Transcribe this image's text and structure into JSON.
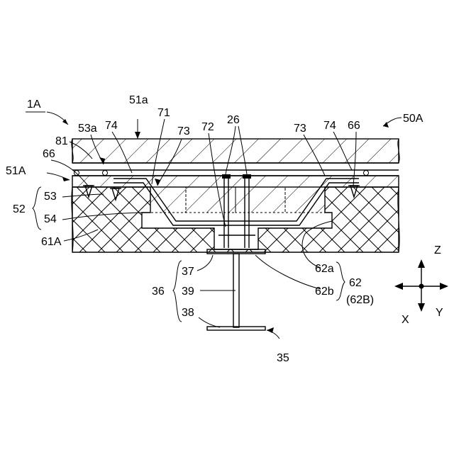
{
  "figure_ref": "1A",
  "labels": {
    "top_right": "50A",
    "surface": "51a",
    "label_51A": "51A",
    "l53a": "53a",
    "l81": "81",
    "l66_left": "66",
    "l66_right": "66",
    "l71": "71",
    "l73_left": "73",
    "l73_right": "73",
    "l72": "72",
    "l26": "26",
    "l74_left": "74",
    "l74_right": "74",
    "l52": "52",
    "l53": "53",
    "l54": "54",
    "l61A": "61A",
    "l37": "37",
    "l36": "36",
    "l39": "39",
    "l38": "38",
    "l35": "35",
    "l62a": "62a",
    "l62": "62",
    "l62b": "62b",
    "l62B": "(62B)"
  },
  "axes": {
    "z": "Z",
    "x": "X",
    "y": "Y"
  }
}
